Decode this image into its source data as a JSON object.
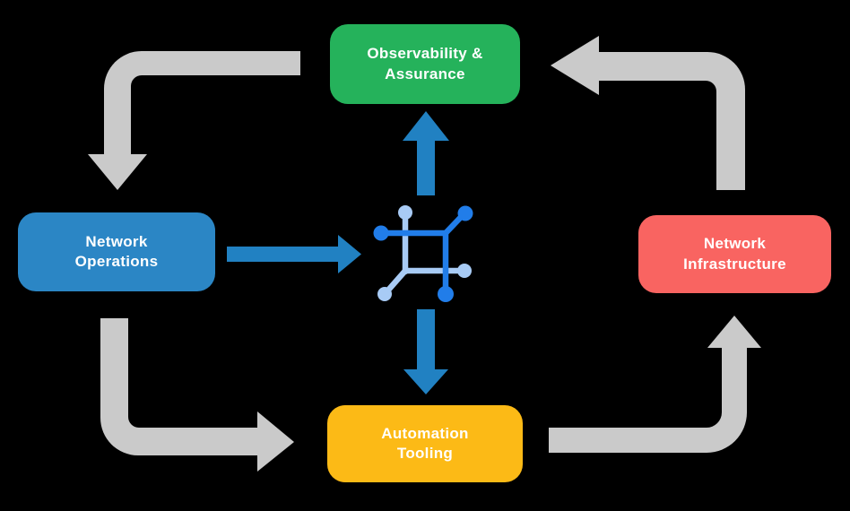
{
  "canvas": {
    "background": "#000000",
    "text_color": "#ffffff"
  },
  "nodes": {
    "observability": {
      "line1": "Observability &",
      "line2": "Assurance",
      "color": "#25b25b"
    },
    "operations": {
      "line1": "Network",
      "line2": "Operations",
      "color": "#2b86c5"
    },
    "infrastructure": {
      "line1": "Network",
      "line2": "Infrastructure",
      "color": "#f96461"
    },
    "automation": {
      "line1": "Automation",
      "line2": "Tooling",
      "color": "#fcba16"
    }
  },
  "hub_icon": {
    "name": "network-hub-icon",
    "dark_blue": "#217de9",
    "light_blue": "#a8cbf5"
  },
  "arrows": {
    "gray": "#cacaca",
    "blue": "#2181c2"
  }
}
